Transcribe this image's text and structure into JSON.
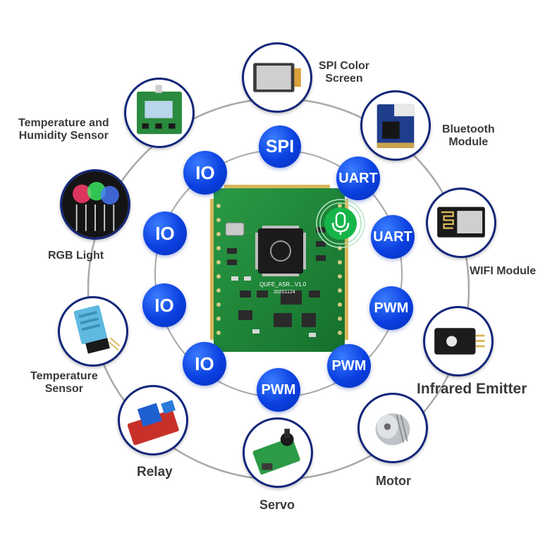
{
  "center": {
    "chip_text_1": "QUFE_ASR...V1.0",
    "chip_text_2": "20201124"
  },
  "badges": {
    "spi": "SPI",
    "uart_1": "UART",
    "uart_2": "UART",
    "pwm_1": "PWM",
    "pwm_2": "PWM",
    "pwm_3": "PWM",
    "io_1": "IO",
    "io_2": "IO",
    "io_3": "IO",
    "io_4": "IO"
  },
  "devices": {
    "spi_screen": {
      "line1": "SPI Color",
      "line2": "Screen"
    },
    "bluetooth": {
      "line1": "Bluetooth",
      "line2": "Module"
    },
    "wifi": {
      "line1": "WIFI Module"
    },
    "infrared": {
      "line1": "Infrared Emitter"
    },
    "motor": {
      "line1": "Motor"
    },
    "servo": {
      "line1": "Servo"
    },
    "relay": {
      "line1": "Relay"
    },
    "temp_sensor": {
      "line1": "Temperature",
      "line2": "Sensor"
    },
    "rgb_light": {
      "line1": "RGB Light"
    },
    "temp_humidity": {
      "line1": "Temperature and",
      "line2": "Humidity Sensor"
    }
  },
  "colors": {
    "badge_blue": "#0a3fe0",
    "ring_gray": "#9a9a9a",
    "device_border": "#12267a",
    "pcb_green": "#1f8a3a",
    "mic_green": "#16b54a"
  }
}
